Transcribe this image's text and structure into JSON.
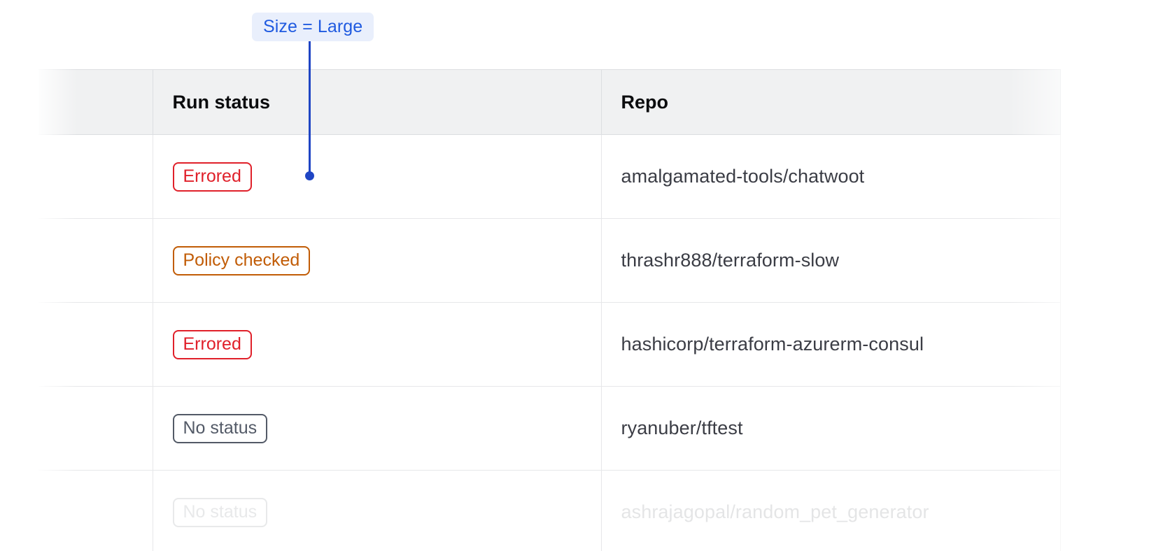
{
  "annotation": {
    "label": "Size = Large",
    "accent_color": "#1f45c4",
    "pill_background": "#e9effc",
    "pill_text_color": "#1f5ae0"
  },
  "table": {
    "columns": [
      {
        "key": "spacer",
        "label": ""
      },
      {
        "key": "run_status",
        "label": "Run status"
      },
      {
        "key": "repo",
        "label": "Repo"
      }
    ],
    "header_background": "#f0f1f2",
    "rows": [
      {
        "status": "Errored",
        "status_variant": "errored",
        "status_color": "#e0202a",
        "repo": "amalgamated-tools/chatwoot",
        "faded": false
      },
      {
        "status": "Policy checked",
        "status_variant": "policy-checked",
        "status_color": "#c15c06",
        "repo": "thrashr888/terraform-slow",
        "faded": false
      },
      {
        "status": "Errored",
        "status_variant": "errored",
        "status_color": "#e0202a",
        "repo": "hashicorp/terraform-azurerm-consul",
        "faded": false
      },
      {
        "status": "No status",
        "status_variant": "no-status",
        "status_color": "#535a67",
        "repo": "ryanuber/tftest",
        "faded": false
      },
      {
        "status": "No status",
        "status_variant": "no-status",
        "status_color": "#535a67",
        "repo": "ashrajagopal/random_pet_generator",
        "faded": true
      }
    ]
  }
}
